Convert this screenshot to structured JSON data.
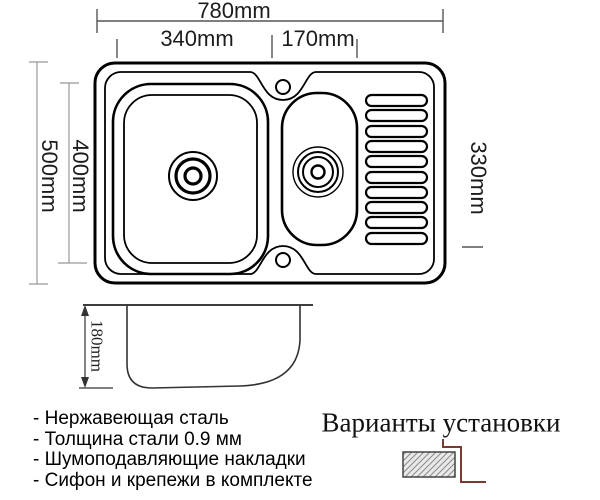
{
  "dims": {
    "overall_width": "780mm",
    "main_bowl_width": "340mm",
    "second_bowl_width": "170mm",
    "overall_depth": "500mm",
    "main_bowl_depth": "400mm",
    "drainer_length": "330mm",
    "bowl_height": "180mm"
  },
  "features": {
    "items": [
      "- Нержавеющая сталь",
      "- Толщина стали 0.9 мм",
      "- Шумоподавляющие накладки",
      "- Сифон и крепежи в комплекте"
    ]
  },
  "installation": {
    "title": "Варианты установки",
    "icon": "countertop-cross-section"
  },
  "colors": {
    "line": "#000000",
    "dim_line": "#888888",
    "accent": "#7a3a32",
    "hatch_fill": "#e9e9e9"
  }
}
